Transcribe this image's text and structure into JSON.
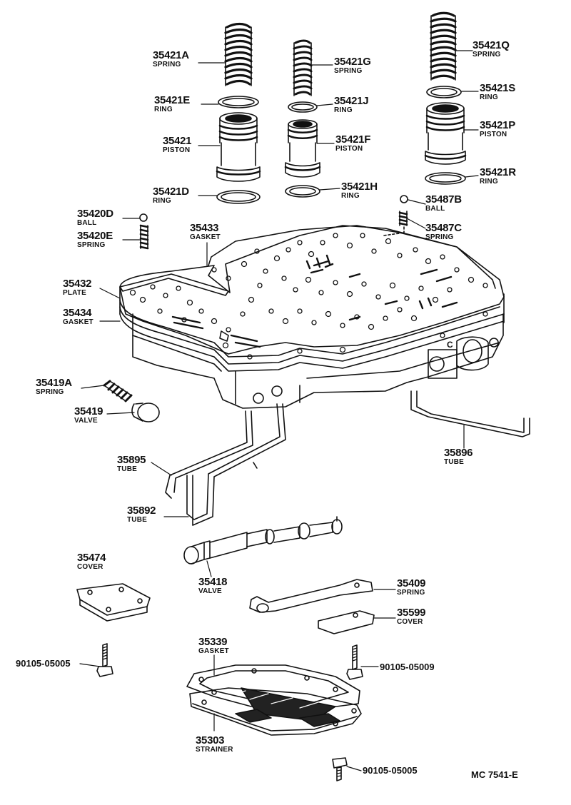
{
  "diagram_code": "MC 7541-E",
  "parts": {
    "p35421A": {
      "number": "35421A",
      "name": "SPRING"
    },
    "p35421G": {
      "number": "35421G",
      "name": "SPRING"
    },
    "p35421Q": {
      "number": "35421Q",
      "name": "SPRING"
    },
    "p35421E": {
      "number": "35421E",
      "name": "RING"
    },
    "p35421J": {
      "number": "35421J",
      "name": "RING"
    },
    "p35421S": {
      "number": "35421S",
      "name": "RING"
    },
    "p35421": {
      "number": "35421",
      "name": "PISTON"
    },
    "p35421F": {
      "number": "35421F",
      "name": "PISTON"
    },
    "p35421P": {
      "number": "35421P",
      "name": "PISTON"
    },
    "p35421D": {
      "number": "35421D",
      "name": "RING"
    },
    "p35421H": {
      "number": "35421H",
      "name": "RING"
    },
    "p35421R": {
      "number": "35421R",
      "name": "RING"
    },
    "p35420D": {
      "number": "35420D",
      "name": "BALL"
    },
    "p35420E": {
      "number": "35420E",
      "name": "SPRING"
    },
    "p35487B": {
      "number": "35487B",
      "name": "BALL"
    },
    "p35487C": {
      "number": "35487C",
      "name": "SPRING"
    },
    "p35433": {
      "number": "35433",
      "name": "GASKET"
    },
    "p35432": {
      "number": "35432",
      "name": "PLATE"
    },
    "p35434": {
      "number": "35434",
      "name": "GASKET"
    },
    "p35419A": {
      "number": "35419A",
      "name": "SPRING"
    },
    "p35419": {
      "number": "35419",
      "name": "VALVE"
    },
    "p35895": {
      "number": "35895",
      "name": "TUBE"
    },
    "p35896": {
      "number": "35896",
      "name": "TUBE"
    },
    "p35892": {
      "number": "35892",
      "name": "TUBE"
    },
    "p35474": {
      "number": "35474",
      "name": "COVER"
    },
    "p35418": {
      "number": "35418",
      "name": "VALVE"
    },
    "p35409": {
      "number": "35409",
      "name": "SPRING"
    },
    "p35599": {
      "number": "35599",
      "name": "COVER"
    },
    "p35339": {
      "number": "35339",
      "name": "GASKET"
    },
    "p35303": {
      "number": "35303",
      "name": "STRAINER"
    }
  },
  "bolts": {
    "b1": "90105-05005",
    "b2": "90105-05009",
    "b3": "90105-05005"
  },
  "body_mark": "C"
}
